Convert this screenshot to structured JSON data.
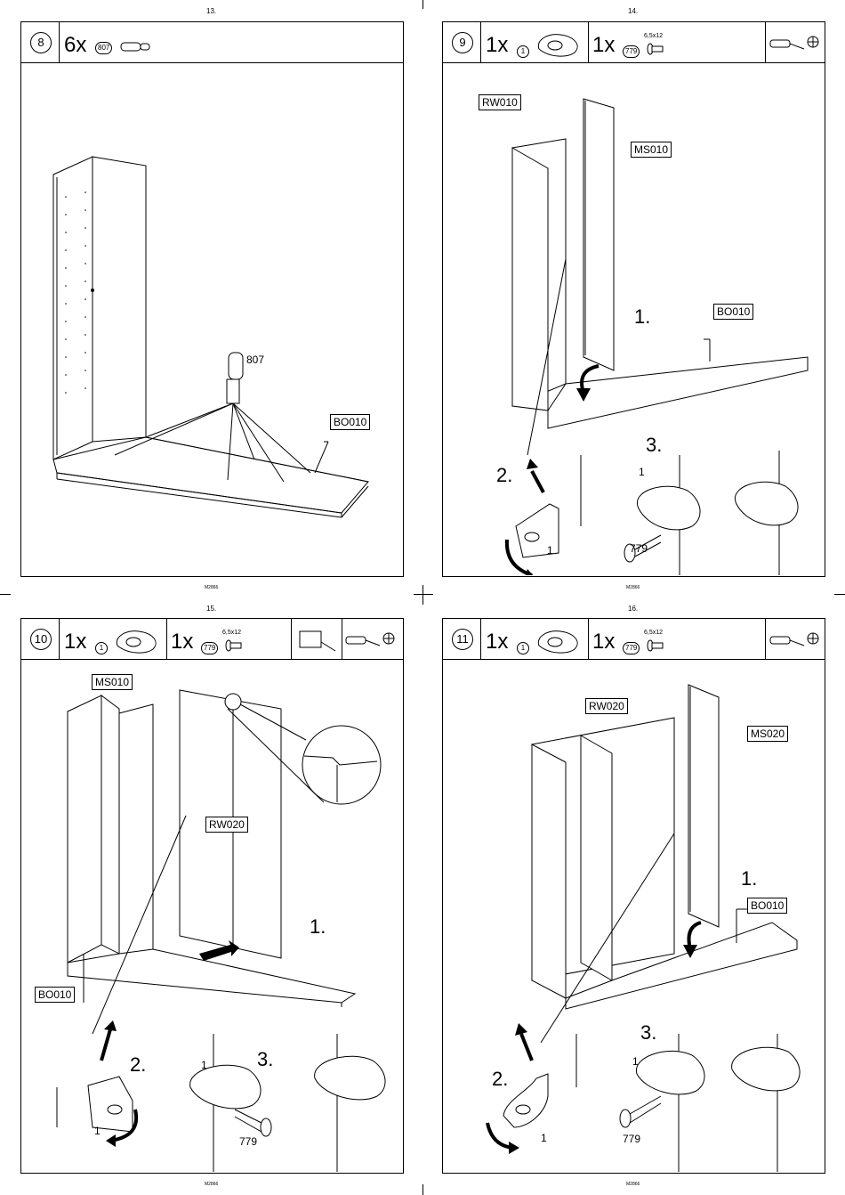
{
  "pages": {
    "p13": "13.",
    "p14": "14.",
    "p15": "15.",
    "p16": "16."
  },
  "footer_code": "M2866",
  "steps": {
    "s8": {
      "number": "8",
      "qty": "6x",
      "part_pill": "807",
      "callout_part": "807",
      "labels": [
        "BO010"
      ]
    },
    "s9": {
      "number": "9",
      "qty1": "1x",
      "pill1": "1",
      "qty2": "1x",
      "pill2": "779",
      "screw_size": "6,5x12",
      "labels": [
        "RW010",
        "MS010",
        "BO010"
      ],
      "sub1": "1.",
      "sub2": "2.",
      "sub3": "3.",
      "bracket_part": "1",
      "bracket_part_b": "1",
      "screw_part": "779"
    },
    "s10": {
      "number": "10",
      "qty1": "1x",
      "pill1": "1",
      "qty2": "1x",
      "pill2": "779",
      "screw_size": "6,5x12",
      "labels": [
        "MS010",
        "RW020",
        "BO010"
      ],
      "sub1": "1.",
      "sub2": "2.",
      "sub3": "3.",
      "bracket_part": "1",
      "bracket_part_b": "1",
      "screw_part": "779"
    },
    "s11": {
      "number": "11",
      "qty1": "1x",
      "pill1": "1",
      "qty2": "1x",
      "pill2": "779",
      "screw_size": "6,5x12",
      "labels": [
        "RW020",
        "MS020",
        "BO010"
      ],
      "sub1": "1.",
      "sub2": "2.",
      "sub3": "3.",
      "bracket_part": "1",
      "bracket_part_b": "1",
      "screw_part": "779"
    }
  },
  "icons": {
    "bracket": "bracket-icon",
    "screw": "screw-icon",
    "dowel": "dowel-icon",
    "screwdriver": "screwdriver-icon",
    "phillips": "phillips-head-icon",
    "hammer": "mallet-icon"
  }
}
